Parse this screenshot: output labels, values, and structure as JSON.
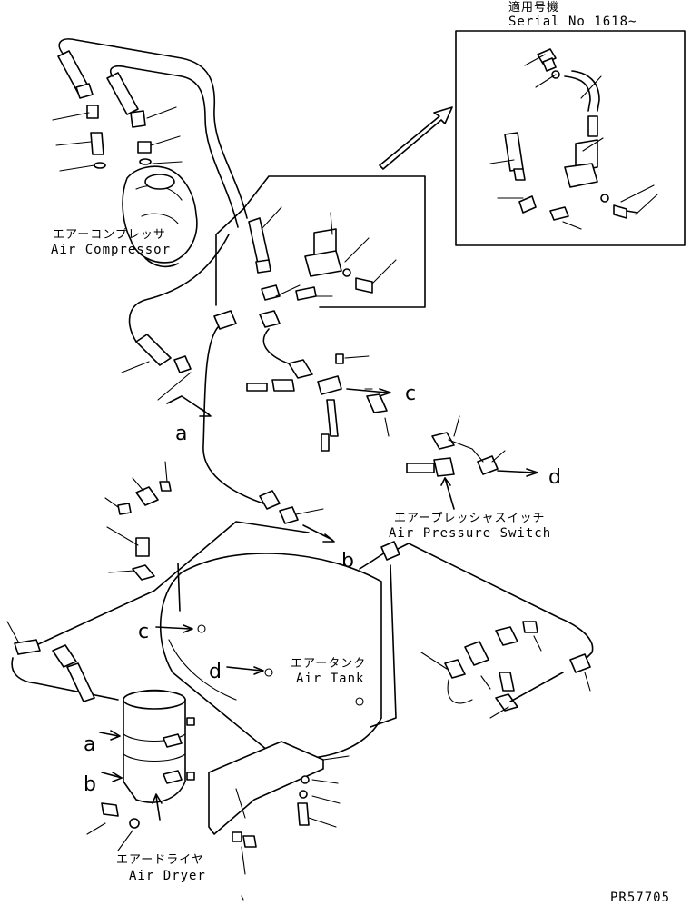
{
  "header": {
    "applicable_jp": "適用号機",
    "serial": "Serial No 1618~"
  },
  "labels": {
    "air_compressor_jp": "エアーコンプレッサ",
    "air_compressor_en": "Air Compressor",
    "air_pressure_switch_jp": "エアープレッシャスイッチ",
    "air_pressure_switch_en": "Air Pressure Switch",
    "air_tank_jp": "エアータンク",
    "air_tank_en": "Air Tank",
    "air_dryer_jp": "エアードライヤ",
    "air_dryer_en": "Air Dryer"
  },
  "connection_letters": {
    "a_top": "a",
    "b_mid": "b",
    "c_right": "c",
    "d_right": "d",
    "c_tank": "c",
    "d_tank": "d",
    "a_dryer": "a",
    "b_dryer": "b"
  },
  "drawing_number": "PR57705"
}
